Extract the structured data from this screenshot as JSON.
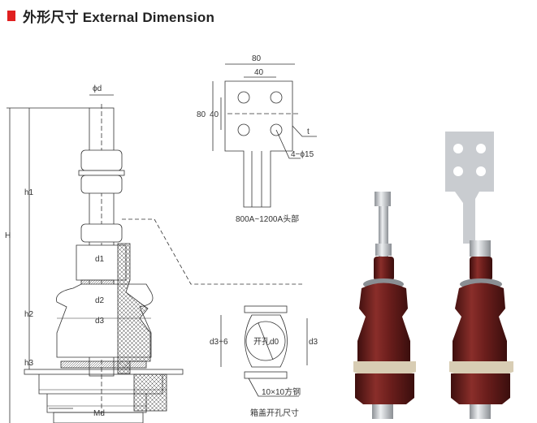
{
  "header": {
    "title": "外形尺寸  External Dimension",
    "accent": "#e02020"
  },
  "main_drawing": {
    "labels": {
      "phi_d": "ϕd",
      "H": "H",
      "h1": "h1",
      "h2": "h2",
      "h3": "h3",
      "d1": "d1",
      "d2": "d2",
      "d3": "d3",
      "Md": "Md"
    }
  },
  "terminal_drawing": {
    "width_outer": "80",
    "width_inner": "40",
    "height_outer": "80",
    "height_inner": "40",
    "thickness": "t",
    "holes": "4−ϕ15",
    "caption": "800A~1200A头部"
  },
  "cutout_drawing": {
    "hole": "开孔d0",
    "left_dim": "d3+6",
    "right_dim": "d3",
    "bar": "10×10方钢",
    "caption": "箱盖开孔尺寸"
  },
  "colors": {
    "porcelain": "#6b1e1c",
    "metal": "#c9ccd0",
    "gasket": "#d8cdb4"
  }
}
